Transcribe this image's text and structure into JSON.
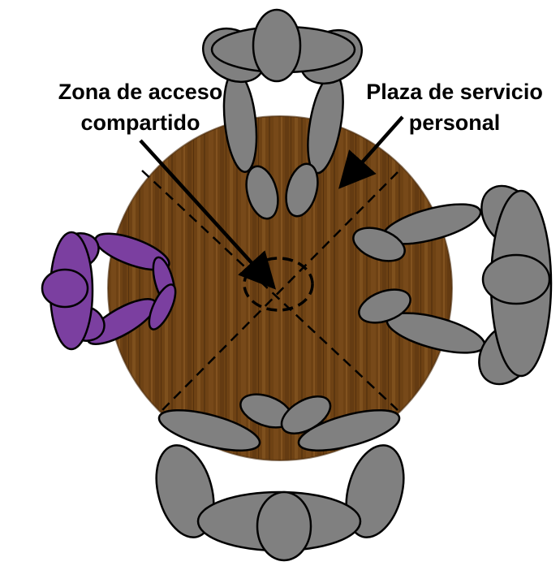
{
  "labels": {
    "shared_zone": [
      "Zona de acceso",
      "compartido"
    ],
    "personal_place": [
      "Plaza de servicio",
      "personal"
    ]
  },
  "colors": {
    "table_wood": "#6e4214",
    "table_wood_light": "#8a5a24",
    "table_wood_dark": "#4a2a0a",
    "person_default": "#808080",
    "person_highlight": "#7b3fa0",
    "outline": "#000000",
    "background": "#ffffff"
  },
  "diagram": {
    "diners": [
      {
        "position": "top",
        "highlighted": false
      },
      {
        "position": "right",
        "highlighted": false
      },
      {
        "position": "bottom",
        "highlighted": false
      },
      {
        "position": "left",
        "highlighted": true
      }
    ]
  }
}
